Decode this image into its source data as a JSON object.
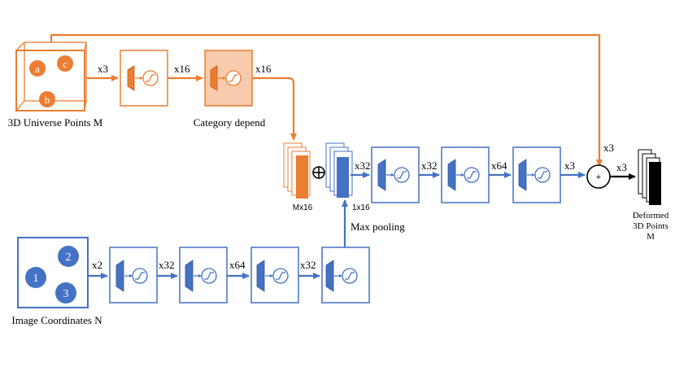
{
  "labels": {
    "universe_points": "3D Universe Points M",
    "category_depend": "Category depend",
    "image_coordinates": "Image Coordinates N",
    "max_pooling": "Max pooling",
    "deformed_line1": "Deformed",
    "deformed_line2": "3D Points",
    "deformed_line3": "M",
    "mx16": "Mx16",
    "one_x16": "1x16",
    "plus_symbol": "+"
  },
  "cube_points": [
    "a",
    "c",
    "b"
  ],
  "image_points": [
    "2",
    "1",
    "3"
  ],
  "edge_labels": {
    "m_in": "x3",
    "m_mid": "x16",
    "m_out": "x16",
    "n_in": "x2",
    "n_1": "x32",
    "n_2": "x64",
    "n_3": "x32",
    "f_in": "x32",
    "f_1": "x32",
    "f_2": "x64",
    "f_out": "x3",
    "skip": "x3",
    "final": "x3"
  },
  "colors": {
    "orange": "#ed7d31",
    "orange_fill": "#f8cbad",
    "blue": "#4472c4",
    "black": "#000000"
  }
}
